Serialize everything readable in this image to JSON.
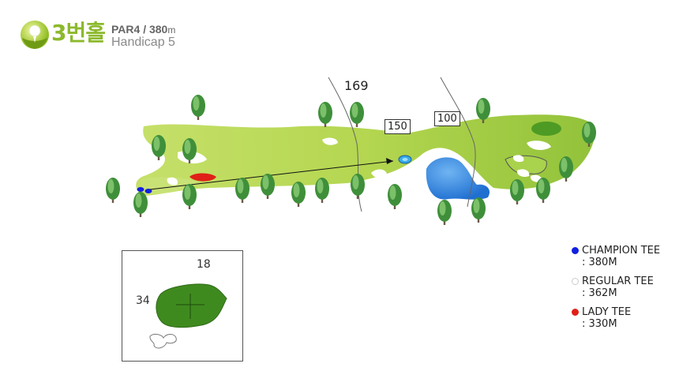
{
  "header": {
    "hole_title": "3번홀",
    "par_text": "PAR4 / 380",
    "par_unit": "m",
    "handicap_text": "Handicap 5"
  },
  "map": {
    "markers": {
      "yard_169": "169",
      "yard_150": "150",
      "yard_100": "100"
    },
    "colors": {
      "fairway": "#b9d957",
      "rough": "#9cc83d",
      "green": "#4d9b24",
      "water": "#1f6fd1",
      "tree": "#3f8f3a",
      "trunk": "#6b5a48"
    }
  },
  "green_detail": {
    "depth": "18",
    "width": "34"
  },
  "legend": [
    {
      "label": "CHAMPION TEE",
      "distance": ": 380M",
      "color": "#1020e0"
    },
    {
      "label": "REGULAR TEE",
      "distance": ": 362M",
      "color": "#ffffff"
    },
    {
      "label": "LADY TEE",
      "distance": ": 330M",
      "color": "#e02018"
    }
  ]
}
